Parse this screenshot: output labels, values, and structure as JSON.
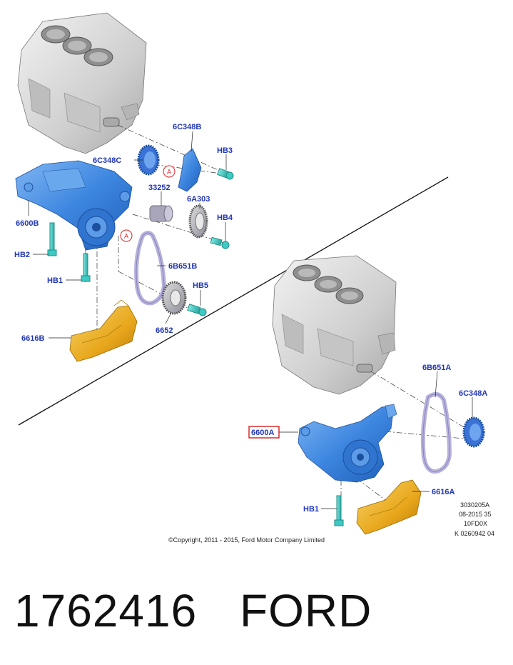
{
  "diagram": {
    "upper_labels": {
      "c6C348B": "6C348B",
      "c6C348C": "6C348C",
      "HB3": "HB3",
      "c33252": "33252",
      "c6A303": "6A303",
      "c6600B": "6600B",
      "HB4": "HB4",
      "HB2": "HB2",
      "c6B651B": "6B651B",
      "HB1": "HB1",
      "HB5": "HB5",
      "c6652": "6652",
      "c6616B": "6616B",
      "refA1": "A",
      "refA2": "A"
    },
    "lower_labels": {
      "c6B651A": "6B651A",
      "c6C348A": "6C348A",
      "c6600A": "6600A",
      "c6616A": "6616A",
      "HB1": "HB1"
    },
    "ref_codes": [
      "3030205A",
      "08-2015 35",
      "10FD0X",
      "K 0260942 04"
    ],
    "copyright": "©Copyright, 2011 - 2015, Ford Motor Company Limited",
    "colors": {
      "label": "#2136b5",
      "highlight_box": "#d32020",
      "pump_blue": "#3d86e0",
      "shield_yellow": "#e8a71c",
      "bolt_teal": "#3fc9c3",
      "belt_lavender": "#b7b3dd",
      "block_gray": "#d7d7d7"
    }
  },
  "footer": {
    "part_number": "1762416",
    "brand": "FORD"
  }
}
